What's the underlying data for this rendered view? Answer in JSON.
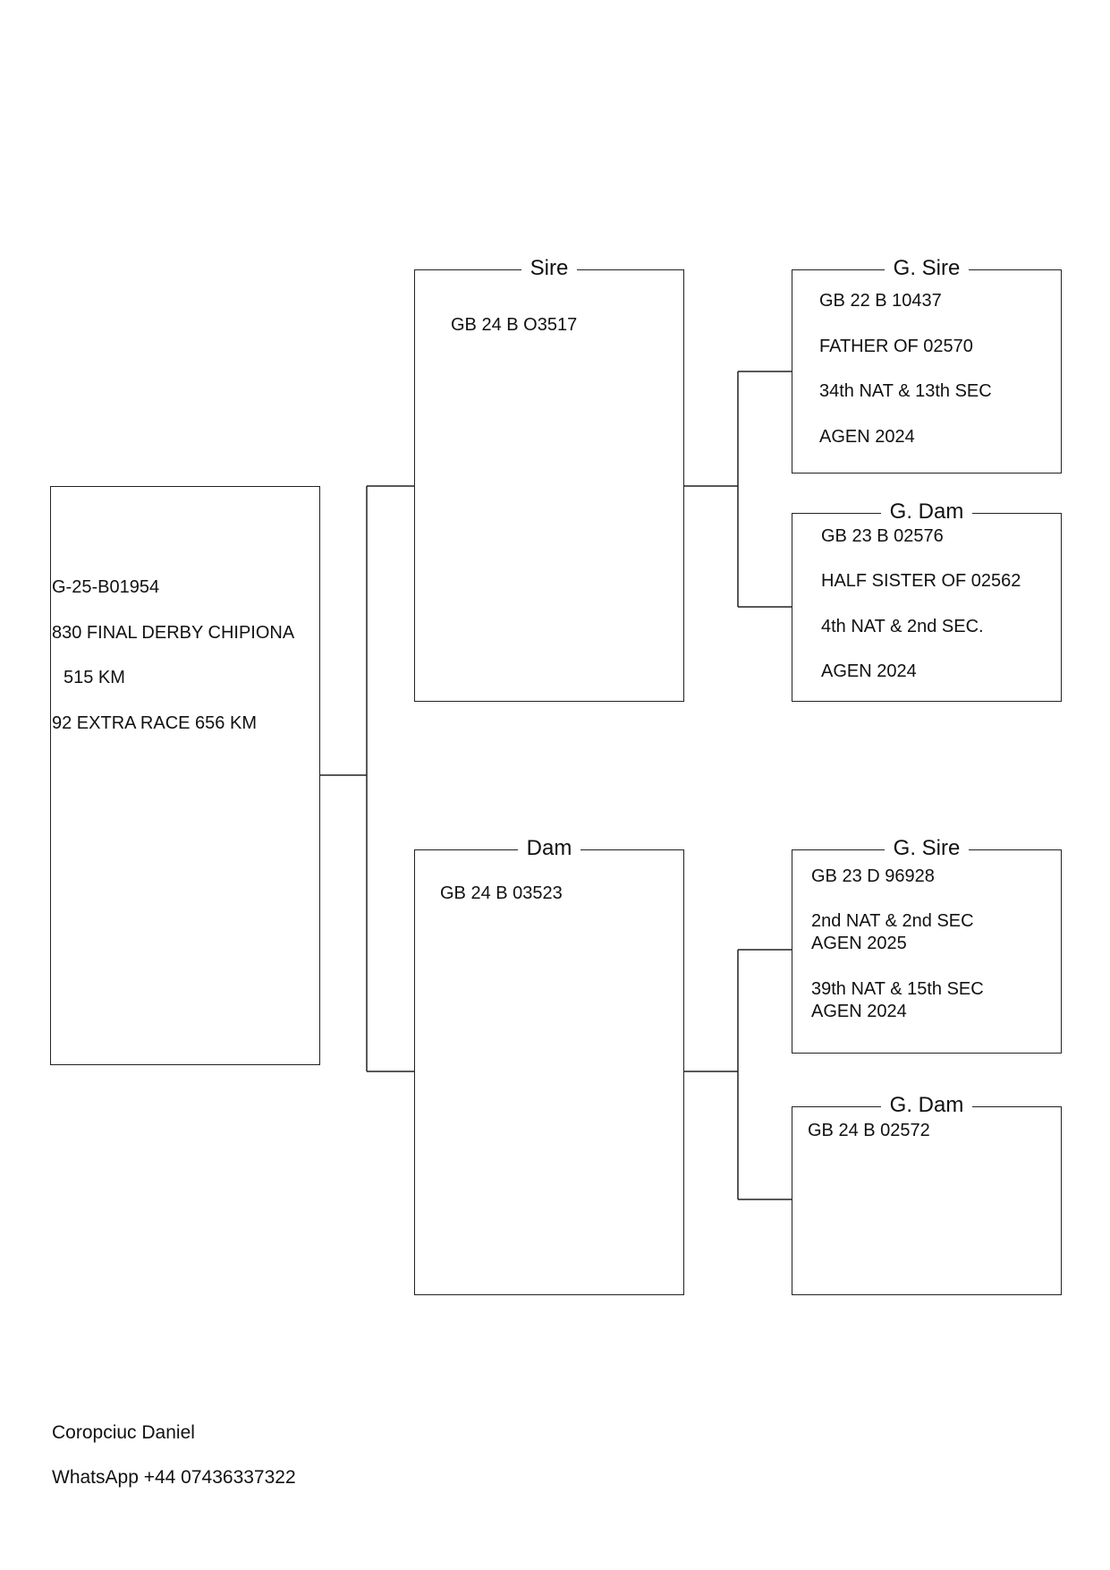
{
  "subject": {
    "lines": [
      "G-25-B01954",
      "830 FINAL DERBY CHIPIONA",
      "515 KM",
      "92 EXTRA RACE 656 KM"
    ]
  },
  "sire": {
    "title": "Sire",
    "lines": [
      "GB 24 B  O3517"
    ]
  },
  "dam": {
    "title": "Dam",
    "lines": [
      "GB 24 B 03523"
    ]
  },
  "sire_sire": {
    "title": "G. Sire",
    "lines": [
      "GB 22 B 10437",
      "FATHER OF  02570",
      "34th NAT & 13th SEC",
      "AGEN 2024"
    ]
  },
  "sire_dam": {
    "title": "G. Dam",
    "lines": [
      "GB 23 B 02576",
      "HALF SISTER OF 02562",
      "4th NAT & 2nd SEC.",
      "AGEN  2024"
    ]
  },
  "dam_sire": {
    "title": "G. Sire",
    "lines": [
      "GB 23 D 96928",
      "2nd NAT & 2nd SEC",
      "AGEN 2025",
      "39th NAT & 15th SEC",
      "AGEN 2024"
    ]
  },
  "dam_dam": {
    "title": "G. Dam",
    "lines": [
      "GB 24 B 02572"
    ]
  },
  "footer": {
    "name": "Coropciuc Daniel",
    "contact": "WhatsApp +44 07436337322"
  }
}
